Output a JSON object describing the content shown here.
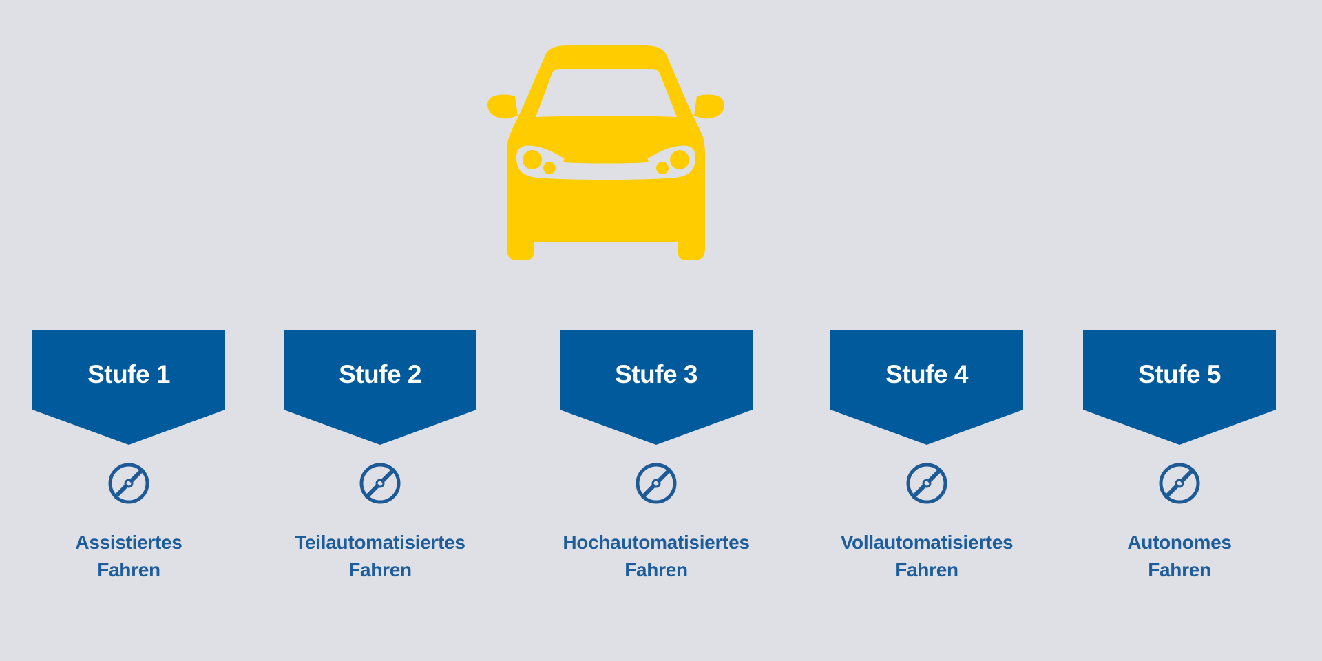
{
  "colors": {
    "background": "#dfe0e5",
    "car": "#ffcc00",
    "badge": "#005a9c",
    "badge_text": "#ffffff",
    "icon": "#1e5a96",
    "label": "#1e5d9c"
  },
  "hero": {
    "icon": "car-front-icon"
  },
  "stages": [
    {
      "badge": "Stufe 1",
      "icon": "steering-wheel-icon",
      "line1": "Assistiertes",
      "line2": "Fahren"
    },
    {
      "badge": "Stufe 2",
      "icon": "steering-wheel-icon",
      "line1": "Teilautomatisiertes",
      "line2": "Fahren"
    },
    {
      "badge": "Stufe 3",
      "icon": "steering-wheel-icon",
      "line1": "Hochautomatisiertes",
      "line2": "Fahren"
    },
    {
      "badge": "Stufe 4",
      "icon": "steering-wheel-icon",
      "line1": "Vollautomatisiertes",
      "line2": "Fahren"
    },
    {
      "badge": "Stufe 5",
      "icon": "steering-wheel-icon",
      "line1": "Autonomes",
      "line2": "Fahren"
    }
  ]
}
